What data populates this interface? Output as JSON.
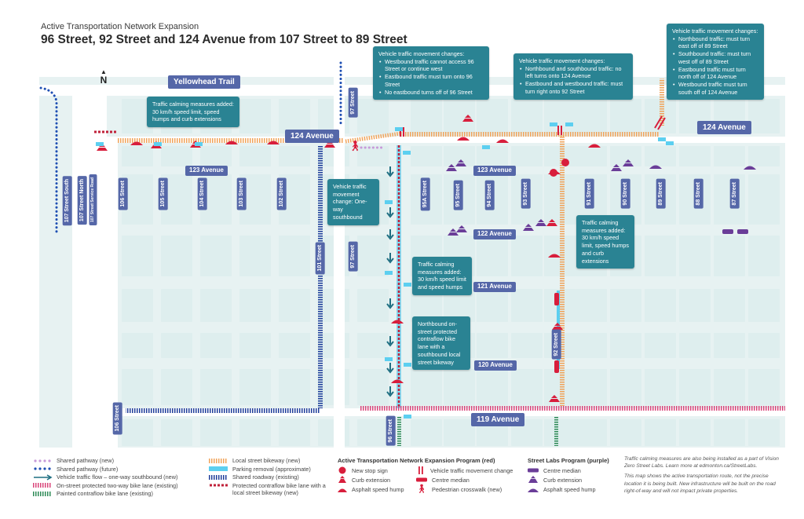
{
  "header": {
    "kicker": "Active Transportation Network Expansion",
    "title": "96 Street, 92 Street and 124 Avenue from 107 Street to 89 Street"
  },
  "colors": {
    "background": "#ffffff",
    "block": "#deeeee",
    "street": "#ffffff",
    "label": "#5567a8",
    "callout": "#2a8393",
    "atne_red": "#d81e3c",
    "street_labs_purple": "#6a3d98",
    "shared_pathway_new": "#c79ad9",
    "shared_pathway_future": "#1f4fb3",
    "local_bikeway": "#f0a35a",
    "parking_removal": "#5ccff0",
    "shared_roadway": "#1f3d9a",
    "two_way_bike_lane": "#d9457a",
    "painted_contraflow": "#2e8b57",
    "protected_contraflow": "#c0213a",
    "traffic_flow_arrow": "#1f6f82"
  },
  "map": {
    "north_label": "N",
    "avenues": [
      {
        "name": "Yellowhead Trail"
      },
      {
        "name": "124 Avenue"
      },
      {
        "name": "124 Avenue"
      },
      {
        "name": "123 Avenue"
      },
      {
        "name": "123 Avenue"
      },
      {
        "name": "122 Avenue"
      },
      {
        "name": "121 Avenue"
      },
      {
        "name": "120 Avenue"
      },
      {
        "name": "119 Avenue"
      }
    ],
    "streets": [
      {
        "name": "107 Street South"
      },
      {
        "name": "107 Street North"
      },
      {
        "name": "107 Street Service Road"
      },
      {
        "name": "106 Street"
      },
      {
        "name": "105 Street"
      },
      {
        "name": "104 Street"
      },
      {
        "name": "103 Street"
      },
      {
        "name": "102 Street"
      },
      {
        "name": "101 Street"
      },
      {
        "name": "97 Street"
      },
      {
        "name": "97 Street"
      },
      {
        "name": "95A Street"
      },
      {
        "name": "95 Street"
      },
      {
        "name": "94 Street"
      },
      {
        "name": "93 Street"
      },
      {
        "name": "92 Street"
      },
      {
        "name": "91 Street"
      },
      {
        "name": "90 Street"
      },
      {
        "name": "89 Street"
      },
      {
        "name": "88 Street"
      },
      {
        "name": "87 Street"
      },
      {
        "name": "106 Street"
      },
      {
        "name": "96 Street"
      }
    ],
    "callouts": [
      {
        "title": "Traffic calming measures added: 30 km/h speed limit, speed humps and curb extensions",
        "bullets": []
      },
      {
        "title": "Vehicle traffic movement changes:",
        "bullets": [
          "Westbound traffic cannot access 96 Street or continue west",
          "Eastbound traffic must turn onto 96 Street",
          "No eastbound turns off of 96 Street"
        ]
      },
      {
        "title": "Vehicle traffic movement changes:",
        "bullets": [
          "Northbound and southbound traffic: no left turns onto 124 Avenue",
          "Eastbound and westbound traffic: must turn right onto 92 Street"
        ]
      },
      {
        "title": "Vehicle traffic movement changes:",
        "bullets": [
          "Northbound traffic: must turn east off of 89 Street",
          "Southbound traffic: must turn west off of 89 Street",
          "Eastbound traffic must turn north off of 124 Avenue",
          "Westbound traffic must turn south off of 124 Avenue"
        ]
      },
      {
        "title": "Vehicle traffic movement change: One-way southbound",
        "bullets": []
      },
      {
        "title": "Traffic calming measures added: 30 km/h speed limit and speed humps",
        "bullets": []
      },
      {
        "title": "Northbound on-street protected contraflow bike lane with a southbound local street bikeway",
        "bullets": []
      },
      {
        "title": "Traffic calming measures added: 30 km/h speed limit, speed humps and curb extensions",
        "bullets": []
      }
    ]
  },
  "legend": {
    "lines_col1": [
      {
        "label": "Shared pathway (new)",
        "symbol": "dots-lilac"
      },
      {
        "label": "Shared pathway (future)",
        "symbol": "dots-blue"
      },
      {
        "label": "Vehicle traffic flow – one-way southbound (new)",
        "symbol": "arrow-teal"
      },
      {
        "label": "On-street protected two-way bike lane (existing)",
        "symbol": "hatch-pink"
      },
      {
        "label": "Painted contraflow bike lane (existing)",
        "symbol": "hatch-green"
      }
    ],
    "lines_col2": [
      {
        "label": "Local street bikeway (new)",
        "symbol": "hatch-orange"
      },
      {
        "label": "Parking removal (approximate)",
        "symbol": "bar-cyan"
      },
      {
        "label": "Shared roadway (existing)",
        "symbol": "hatch-navy"
      },
      {
        "label": "Protected contraflow bike lane with a local street bikeway (new)",
        "symbol": "dash-red"
      }
    ],
    "atne": {
      "heading": "Active Transportation Network Expansion Program (red)",
      "items": [
        {
          "label": "New stop sign",
          "symbol": "circle"
        },
        {
          "label": "Vehicle traffic movement change",
          "symbol": "double-bar"
        },
        {
          "label": "Curb extension",
          "symbol": "trapezoid"
        },
        {
          "label": "Centre median",
          "symbol": "pill"
        },
        {
          "label": "Asphalt speed hump",
          "symbol": "dome"
        },
        {
          "label": "Pedestrian crosswalk (new)",
          "symbol": "pedestrian"
        }
      ]
    },
    "street_labs": {
      "heading": "Street Labs Program (purple)",
      "items": [
        {
          "label": "Centre median",
          "symbol": "pill"
        },
        {
          "label": "Curb extension",
          "symbol": "trapezoid"
        },
        {
          "label": "Asphalt speed hump",
          "symbol": "dome"
        }
      ]
    },
    "notes": [
      "Traffic calming measures are also being installed as a part of Vision Zero Street Labs. Learn more at edmonton.ca/StreetLabs.",
      "This map shows the active transportation route, not the precise location it is being built. New infrastructure will be built on the road right-of-way and will not impact private properties."
    ]
  }
}
